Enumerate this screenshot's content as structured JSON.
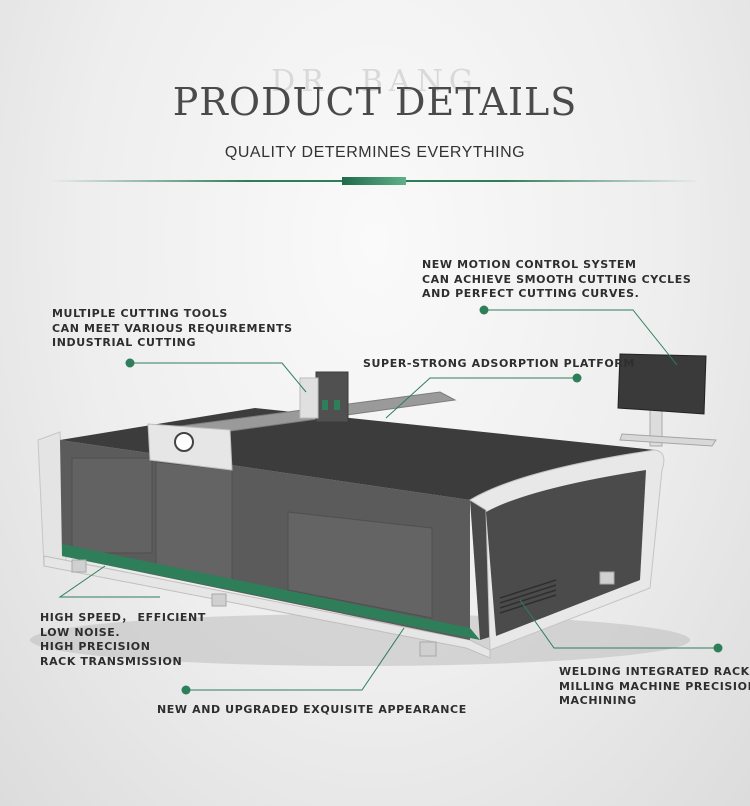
{
  "header": {
    "watermark": "DR. BANG",
    "title": "PRODUCT DETAILS",
    "subtitle": "QUALITY DETERMINES EVERYTHING"
  },
  "callouts": {
    "motion_control": {
      "lines": [
        "NEW MOTION CONTROL SYSTEM",
        "CAN ACHIEVE SMOOTH CUTTING CYCLES",
        "AND PERFECT CUTTING CURVES."
      ]
    },
    "cutting_tools": {
      "lines": [
        "MULTIPLE CUTTING TOOLS",
        "CAN MEET VARIOUS REQUIREMENTS",
        "INDUSTRIAL CUTTING"
      ]
    },
    "adsorption": {
      "lines": [
        "SUPER-STRONG ADSORPTION PLATFORM"
      ]
    },
    "high_speed": {
      "lines": [
        "HIGH SPEED， EFFICIENT",
        "LOW NOISE.",
        "HIGH PRECISION",
        "RACK TRANSMISSION"
      ]
    },
    "welding": {
      "lines": [
        "WELDING INTEGRATED RACK",
        "MILLING MACHINE PRECISION",
        "MACHINING"
      ]
    },
    "appearance": {
      "lines": [
        "NEW AND UPGRADED EXQUISITE APPEARANCE"
      ]
    }
  },
  "colors": {
    "accent": "#2f7e5a",
    "machine_body": "#5b5b5b",
    "frame": "#e4e4e4"
  }
}
